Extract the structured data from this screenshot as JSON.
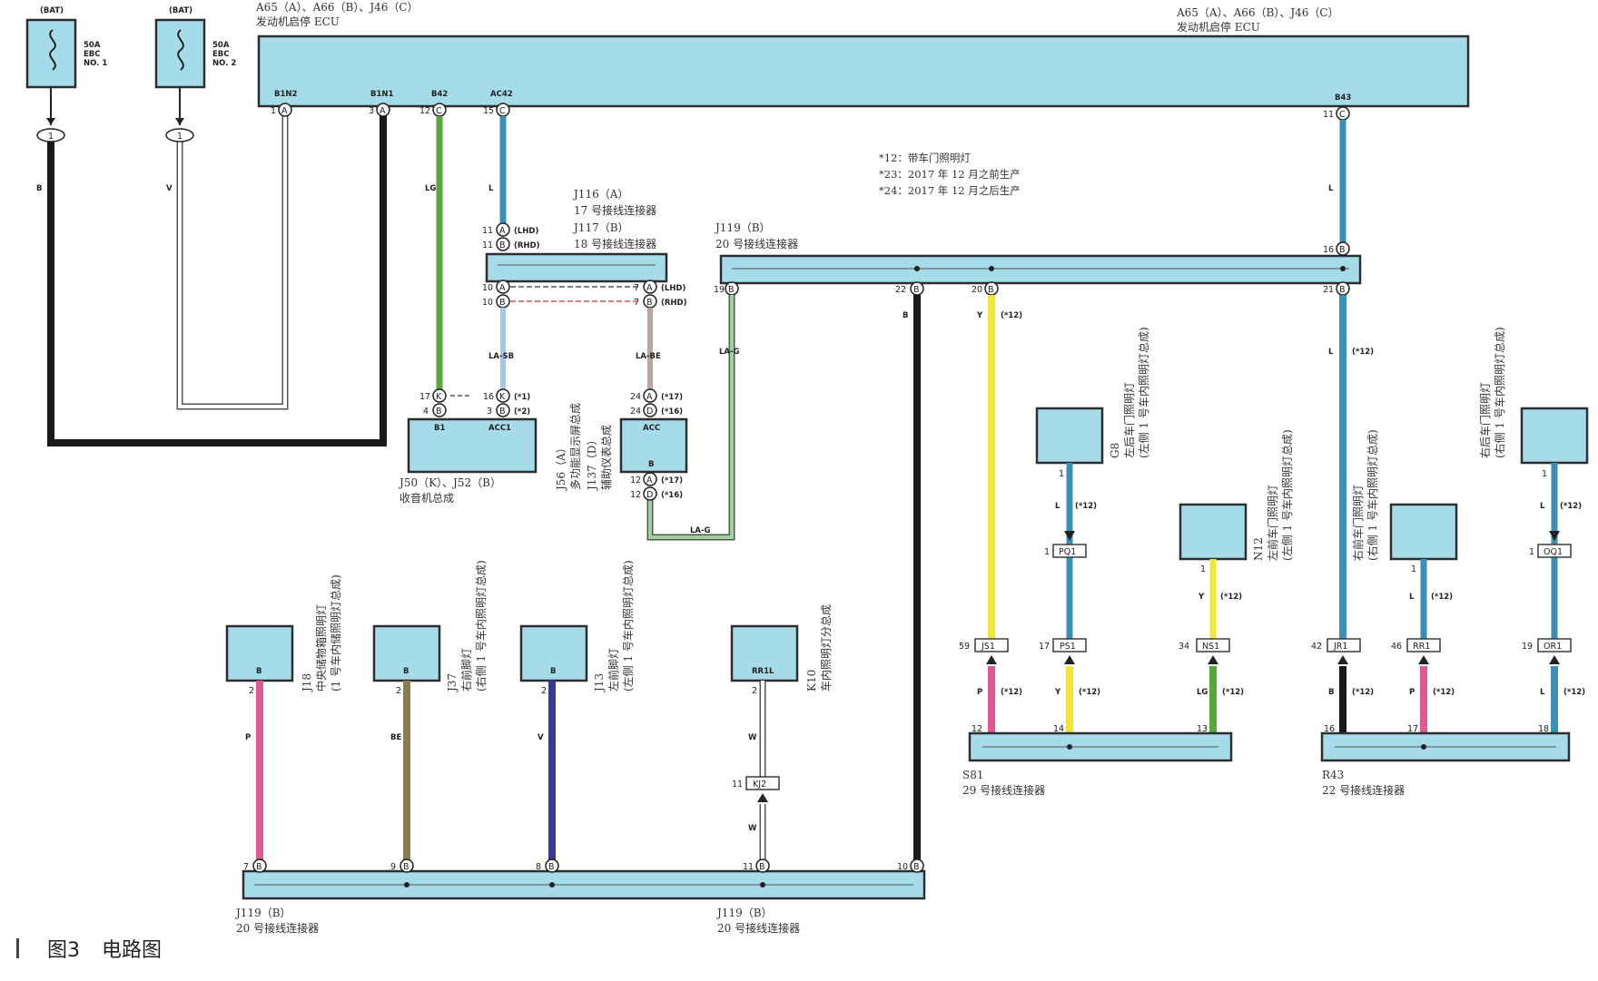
{
  "fuses": [
    {
      "bat": "(BAT)",
      "rating": "50A",
      "name": "EBC",
      "no": "NO. 1",
      "wire": "B",
      "pin": "1"
    },
    {
      "bat": "(BAT)",
      "rating": "50A",
      "name": "EBC",
      "no": "NO. 2",
      "wire": "V",
      "pin": "1"
    }
  ],
  "ecu": {
    "left_label": "A65（A）、A66（B）、J46（C）",
    "left_name": "发动机启停 ECU",
    "right_label": "A65（A）、A66（B）、J46（C）",
    "right_name": "发动机启停 ECU",
    "pins": [
      {
        "name": "B1N2",
        "pin": "1",
        "conn": "A",
        "wire": "V"
      },
      {
        "name": "B1N1",
        "pin": "3",
        "conn": "A",
        "wire": "B"
      },
      {
        "name": "B42",
        "pin": "12",
        "conn": "C",
        "wire": "LG"
      },
      {
        "name": "AC42",
        "pin": "15",
        "conn": "C",
        "wire": "L"
      },
      {
        "name": "B43",
        "pin": "11",
        "conn": "C",
        "wire": "L"
      }
    ]
  },
  "notes": [
    "*12：带车门照明灯",
    "*23：2017 年 12 月之前生产",
    "*24：2017 年 12 月之后生产"
  ],
  "j116": {
    "line1": "J116（A）",
    "line2": "17 号接线连接器",
    "line3": "J117（B）",
    "line4": "18 号接线连接器",
    "pin_top_a": {
      "pin": "11",
      "conn": "A",
      "tag": "(LHD)"
    },
    "pin_top_b": {
      "pin": "11",
      "conn": "B",
      "tag": "(RHD)"
    },
    "pin_l_a": {
      "pin": "10",
      "conn": "A"
    },
    "pin_l_b": {
      "pin": "10",
      "conn": "B"
    },
    "pin_r_a": {
      "pin": "7",
      "conn": "A",
      "tag": "(LHD)"
    },
    "pin_r_b": {
      "pin": "7",
      "conn": "B",
      "tag": "(RHD)"
    },
    "wire_l": "LA-SB",
    "wire_r": "LA-BE"
  },
  "j119_top": {
    "line1": "J119（B）",
    "line2": "20 号接线连接器",
    "pins": [
      {
        "pin": "16",
        "conn": "B"
      },
      {
        "pin": "19",
        "conn": "B",
        "wire": "LA-G"
      },
      {
        "pin": "22",
        "conn": "B",
        "wire": "B"
      },
      {
        "pin": "20",
        "conn": "B",
        "wire": "Y",
        "tag": "(*12)"
      },
      {
        "pin": "21",
        "conn": "B",
        "wire": "L",
        "tag": "(*12)"
      }
    ]
  },
  "radio": {
    "label": "J50（K）、J52（B）",
    "name": "收音机总成",
    "term_l": "B1",
    "term_r": "ACC1",
    "pins": [
      {
        "pin": "17",
        "conn": "K"
      },
      {
        "pin": "4",
        "conn": "B"
      },
      {
        "pin": "16",
        "conn": "K",
        "tag": "(*1)"
      },
      {
        "pin": "3",
        "conn": "B",
        "tag": "(*2)"
      }
    ]
  },
  "display": {
    "line1": "J56（A）",
    "line2": "多功能显示屏总成",
    "line3": "J137（D）",
    "line4": "辅助仪表总成",
    "term_top": "ACC",
    "term_bot": "B",
    "pins": [
      {
        "pin": "24",
        "conn": "A",
        "tag": "(*17)"
      },
      {
        "pin": "24",
        "conn": "D",
        "tag": "(*16)"
      },
      {
        "pin": "12",
        "conn": "A",
        "tag": "(*17)"
      },
      {
        "pin": "12",
        "conn": "D",
        "tag": "(*16)"
      }
    ],
    "wire_bottom": "LA-G"
  },
  "lamps_top": [
    {
      "id": "G8",
      "name": "左后车门照明灯",
      "sub": "(左侧 1 号车内照明灯总成)",
      "pin": "1",
      "wire": "L",
      "tag": "(*12)",
      "conn": "PQ1",
      "conn_pin": "1"
    },
    {
      "id": "N12",
      "name": "左前车门照明灯",
      "sub": "(左侧 1 号车内照明灯总成)",
      "pin": "1",
      "wire": "Y",
      "tag": "(*12)"
    },
    {
      "id": "",
      "name": "右前车门照明灯",
      "sub": "(右侧 1 号车内照明灯总成)",
      "pin": "1",
      "wire": "L",
      "tag": "(*12)"
    },
    {
      "id": "",
      "name": "右后车门照明灯",
      "sub": "(右侧 1 号车内照明灯总成)",
      "pin": "1",
      "wire": "L",
      "tag": "(*12)",
      "conn": "OQ1",
      "conn_pin": "1"
    }
  ],
  "s81": {
    "label": "S81",
    "name": "29 号接线连接器",
    "inlines": [
      {
        "conn": "JS1",
        "pin": "59",
        "wire": "P",
        "tag": "(*12)",
        "end": "12"
      },
      {
        "conn": "PS1",
        "pin": "17",
        "wire": "Y",
        "tag": "(*12)",
        "end": "14"
      },
      {
        "conn": "NS1",
        "pin": "34",
        "wire": "LG",
        "tag": "(*12)",
        "end": "13"
      }
    ]
  },
  "r43": {
    "label": "R43",
    "name": "22 号接线连接器",
    "inlines": [
      {
        "conn": "JR1",
        "pin": "42",
        "wire": "B",
        "tag": "(*12)",
        "end": "16"
      },
      {
        "conn": "RR1",
        "pin": "46",
        "wire": "P",
        "tag": "(*12)",
        "end": "17"
      },
      {
        "conn": "OR1",
        "pin": "19",
        "wire": "L",
        "tag": "(*12)",
        "end": "18"
      }
    ]
  },
  "lamps_bottom": [
    {
      "id": "J18",
      "name": "中央储物箱照明灯",
      "sub": "(1 号车内储照明灯总成)",
      "term": "B",
      "pin": "2",
      "wire": "P",
      "jpin": "7",
      "jconn": "B"
    },
    {
      "id": "J37",
      "name": "右前脚灯",
      "sub": "(右侧 1 号车内照明灯总成)",
      "term": "B",
      "pin": "2",
      "wire": "BE",
      "jpin": "9",
      "jconn": "B"
    },
    {
      "id": "J13",
      "name": "左前脚灯",
      "sub": "(左侧 1 号车内照明灯总成)",
      "term": "B",
      "pin": "2",
      "wire": "V",
      "jpin": "8",
      "jconn": "B"
    },
    {
      "id": "K10",
      "name": "车内照明灯分总成",
      "sub": "",
      "term": "RR1L",
      "pin": "2",
      "wire": "W",
      "jpin": "11",
      "jconn": "B",
      "inline": "KJ2",
      "inline_pin": "11"
    }
  ],
  "j119_bottom": {
    "left_label": "J119（B）",
    "left_name": "20 号接线连接器",
    "right_label": "J119（B）",
    "right_name": "20 号接线连接器",
    "right_pin": {
      "pin": "10",
      "conn": "B"
    }
  },
  "caption": {
    "fig": "图3",
    "title": "电路图"
  },
  "colors": {
    "box_fill": "#a6dcea",
    "black": "#1a1a1a",
    "white": "#ffffff",
    "lightgreen": "#5aa53c",
    "blue": "#3a8fb7",
    "yellow": "#f2e53a",
    "pink": "#df5a92",
    "brown": "#8b7d4e",
    "violet": "#3a3a8f",
    "lightblue": "#a8c8e8",
    "beige": "#b9a6a0",
    "green": "#6d9a6d",
    "lg": "#55a83a"
  }
}
